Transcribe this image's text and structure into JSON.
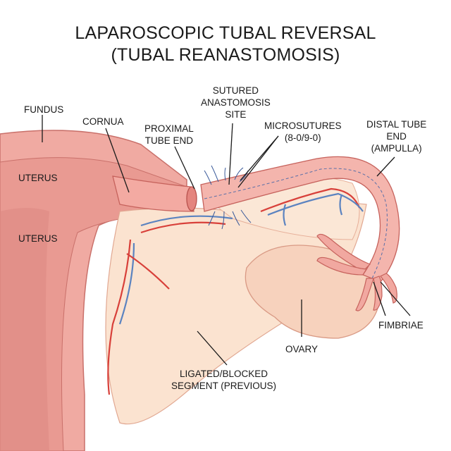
{
  "title": {
    "line1": "LAPAROSCOPIC TUBAL REVERSAL",
    "line2": "(TUBAL REANASTOMOSIS)"
  },
  "labels": {
    "fundus": "FUNDUS",
    "cornua": "CORNUA",
    "proximal": [
      "PROXIMAL",
      "TUBE END"
    ],
    "sutured": [
      "SUTURED",
      "ANASTOMOSIS",
      "SITE"
    ],
    "microsutures": [
      "MICROSUTURES",
      "(8-0/9-0)"
    ],
    "distal": [
      "DISTAL TUBE",
      "END",
      "(AMPULLA)"
    ],
    "uterus_upper": "UTERUS",
    "uterus_lower": "UTERUS",
    "fimbriae": "FIMBRIAE",
    "ovary": "OVARY",
    "ligated": [
      "LIGATED/BLOCKED",
      "SEGMENT (PREVIOUS)"
    ]
  },
  "colors": {
    "tissue": "#f4b5ad",
    "tissue_dark": "#d9736c",
    "ligament": "#fbe1cf",
    "artery": "#d8403a",
    "vein": "#5b83c0",
    "suture": "#3a5a9a"
  }
}
